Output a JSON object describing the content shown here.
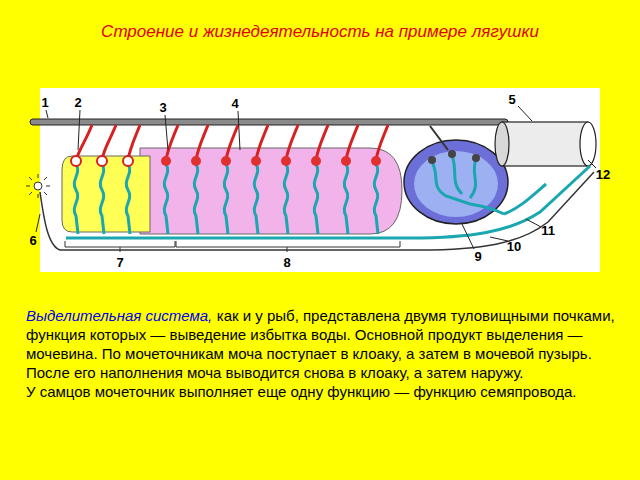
{
  "diagram": {
    "title": "Строение и жизнедеятельность на примере лягушки",
    "labels": [
      "1",
      "2",
      "3",
      "4",
      "5",
      "12",
      "6",
      "11",
      "10",
      "9",
      "7",
      "8",
      "Выделительная система,",
      "как и у рыб, представлена двумя туловищными почками, функция которых — выведение избытка воды. Основной продукт выделения — мочевина. По мочеточникам моча поступает в клоаку, а затем в мочевой пузырь. После его наполнения моча выводится снова в клоаку, а затем наружу.",
      "У самцов мочеточник выполняет еще одну функцию — функцию семяпровода."
    ]
  }
}
